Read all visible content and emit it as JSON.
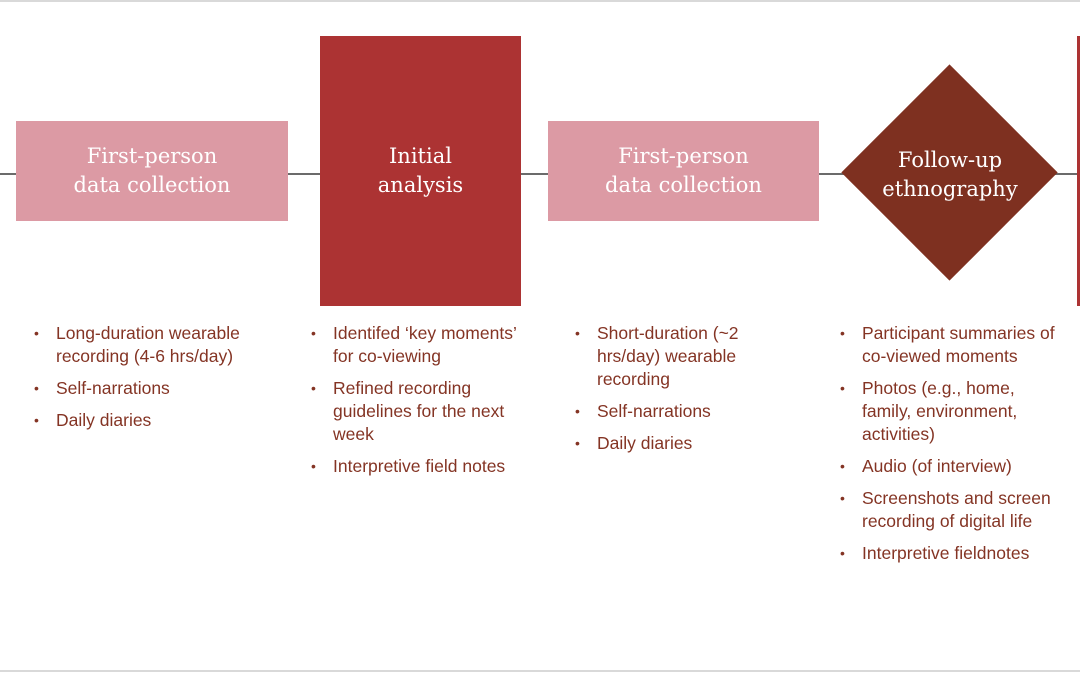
{
  "stages": [
    {
      "label": "First-person\ndata collection",
      "bullets": [
        "Long-duration wearable recording (4-6 hrs/day)",
        "Self-narrations",
        "Daily diaries"
      ]
    },
    {
      "label": "Initial\nanalysis",
      "bullets": [
        "Identifed ‘key moments’ for co-viewing",
        "Refined recording guidelines for the next week",
        "Interpretive field notes"
      ]
    },
    {
      "label": "First-person\ndata collection",
      "bullets": [
        "Short-duration (~2 hrs/day) wearable recording",
        "Self-narrations",
        "Daily diaries"
      ]
    },
    {
      "label": "Follow-up\nethnography",
      "bullets": [
        "Participant summaries of co-viewed moments",
        "Photos (e.g., home, family, environment, activities)",
        "Audio (of interview)",
        "Screenshots and screen recording of digital life",
        "Interpretive fieldnotes"
      ]
    }
  ],
  "colors": {
    "light_stage": "#dc9aa4",
    "dark_stage": "#ac3333",
    "diamond": "#7e3020",
    "bullet_text": "#843424",
    "connector": "#6b6b6b"
  }
}
